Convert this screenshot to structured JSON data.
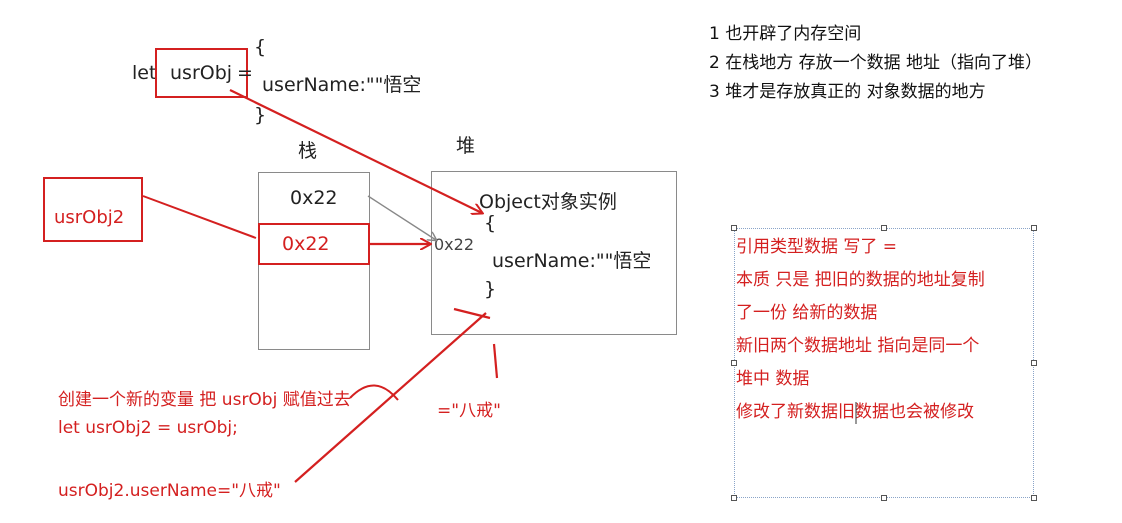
{
  "code_top": {
    "let_kw": "let",
    "var_name": "usrObj",
    "equals": "=",
    "brace_open": "{",
    "prop": "userName:\"\"悟空",
    "brace_close": "}"
  },
  "labels": {
    "stack": "栈",
    "heap": "堆"
  },
  "stack_cells": {
    "top": "0x22",
    "second": "0x22"
  },
  "heap": {
    "title": "Object对象实例",
    "brace_open": "{",
    "prop": "userName:\"\"悟空",
    "brace_close": "}",
    "addr": "0x22"
  },
  "usrobj2_label": "usrObj2",
  "steps": [
    "1 也开辟了内存空间",
    "2 在栈地方 存放一个数据 地址（指向了堆）",
    "3 堆才是存放真正的 对象数据的地方"
  ],
  "note_box": {
    "lines": [
      "引用类型数据   写了 =",
      "本质 只是 把旧的数据的地址复制",
      "了一份 给新的数据",
      "新旧两个数据地址 指向是同一个",
      "堆中 数据",
      "修改了新数据旧数据也会被修改"
    ]
  },
  "bottom_code": {
    "line1": "创建一个新的变量 把  usrObj 赋值过去",
    "line2": "let usrObj2 =  usrObj;",
    "line3": "usrObj2.userName=\"八戒\""
  },
  "red_value": "=\"八戒\"",
  "colors": {
    "annotation_red": "#d42020",
    "diagram_border": "#8a8a8a",
    "text": "#222222",
    "gray_arrow": "#888888"
  }
}
